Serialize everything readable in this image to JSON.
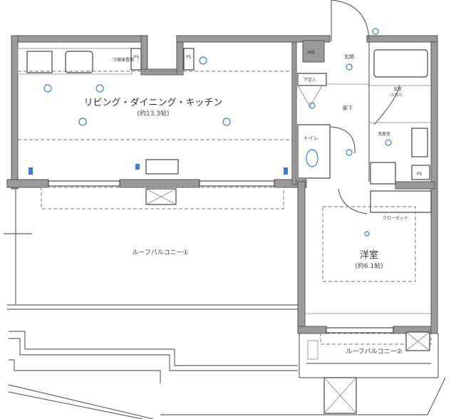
{
  "rooms": {
    "ldk": {
      "name": "リビング・ダイニング・キッチン",
      "area": "(約13.3帖)"
    },
    "western": {
      "name": "洋室",
      "area": "(約6.1帖)"
    },
    "entrance": "玄関",
    "hallway": "廊下",
    "toilet": "トイレ",
    "bath": "浴室",
    "bath_size": "(1317)",
    "washroom": "洗面室",
    "closet": "クローゼット",
    "shoe_box": "下足入",
    "mb": "MB",
    "fridge": "冷蔵庫置場",
    "balcony1": "ルーフバルコニー①",
    "balcony2": "ルーフバルコニー②",
    "ps1": "PS",
    "ps2": "PS",
    "ps3": "PS"
  },
  "colors": {
    "wall": "#9a9a9a",
    "equipment": "#3a7fd5"
  }
}
